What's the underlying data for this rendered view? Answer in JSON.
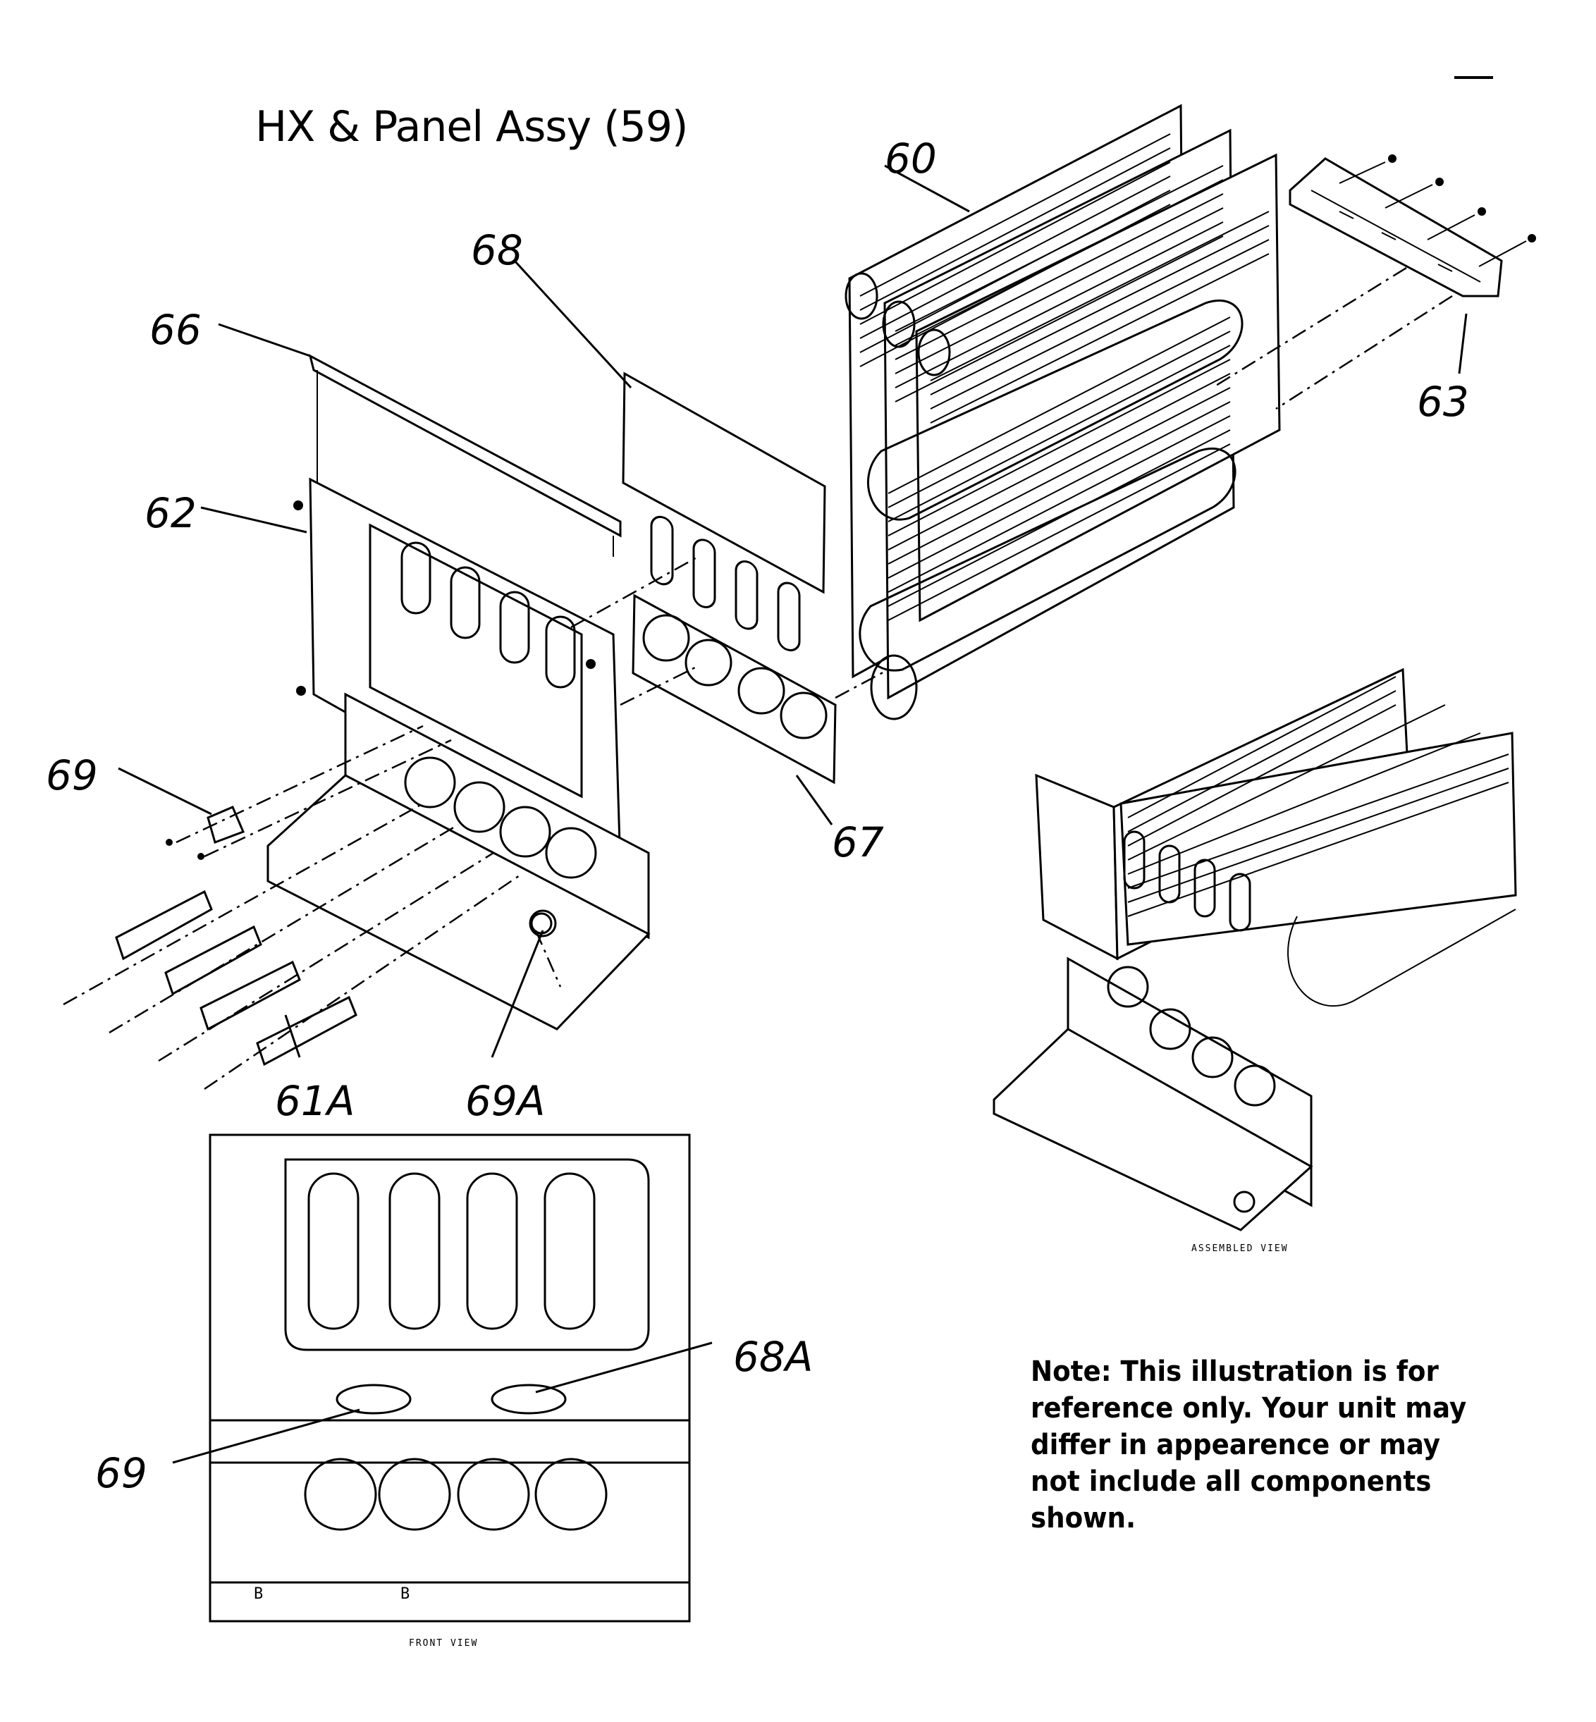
{
  "title": "HX & Panel Assy (59)",
  "callouts": {
    "c60": "60",
    "c63": "63",
    "c66": "66",
    "c68": "68",
    "c62": "62",
    "c69_top": "69",
    "c67": "67",
    "c61A": "61A",
    "c69A": "69A",
    "c68A": "68A",
    "c69_front": "69"
  },
  "captions": {
    "assembled_view": "ASSEMBLED VIEW",
    "front_view": "FRONT VIEW",
    "front_mark_left": "B",
    "front_mark_center": "B"
  },
  "note": "Note: This illustration is for reference only. Your unit may differ in appearence or may not include all components shown."
}
